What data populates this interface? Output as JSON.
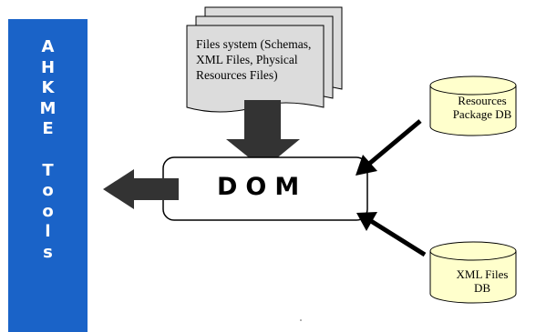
{
  "sidebar": {
    "letters": [
      "A",
      "H",
      "K",
      "M",
      "E",
      "T",
      "o",
      "o",
      "l",
      "s"
    ]
  },
  "files_system": {
    "lines": [
      "Files system (Schemas,",
      "XML Files, Physical",
      "Resources Files)"
    ]
  },
  "dom": {
    "label": "DOM"
  },
  "resources_db": {
    "lines": [
      "Resources",
      "Package DB"
    ]
  },
  "xml_db": {
    "lines": [
      "XML Files",
      "DB"
    ]
  },
  "colors": {
    "sidebar_blue": "#1a63c8",
    "cylinder_fill": "#ffffcc",
    "document_fill": "#dcdcdc",
    "arrow_fill": "#333333"
  }
}
